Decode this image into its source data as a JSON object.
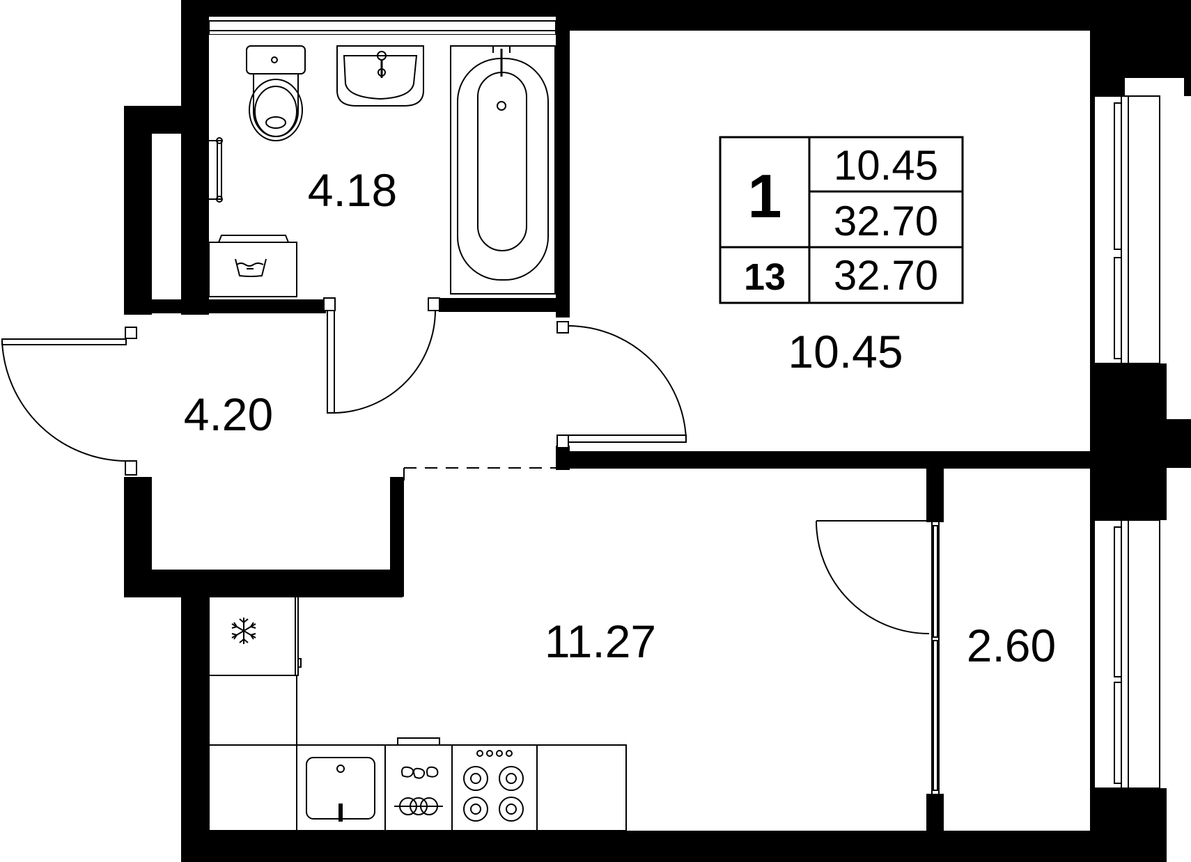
{
  "rooms": {
    "bathroom_area": "4.18",
    "hall_area": "4.20",
    "bedroom_area": "10.45",
    "kitchen_living_area": "11.27",
    "balcony_area": "2.60"
  },
  "summary_table": {
    "rooms_count": "1",
    "living_area": "10.45",
    "total_area": "32.70",
    "floor": "13",
    "total_area_with_balcony": "32.70"
  },
  "icons": {
    "fridge": "snowflake-icon",
    "washer": "washing-symbol-icon"
  }
}
